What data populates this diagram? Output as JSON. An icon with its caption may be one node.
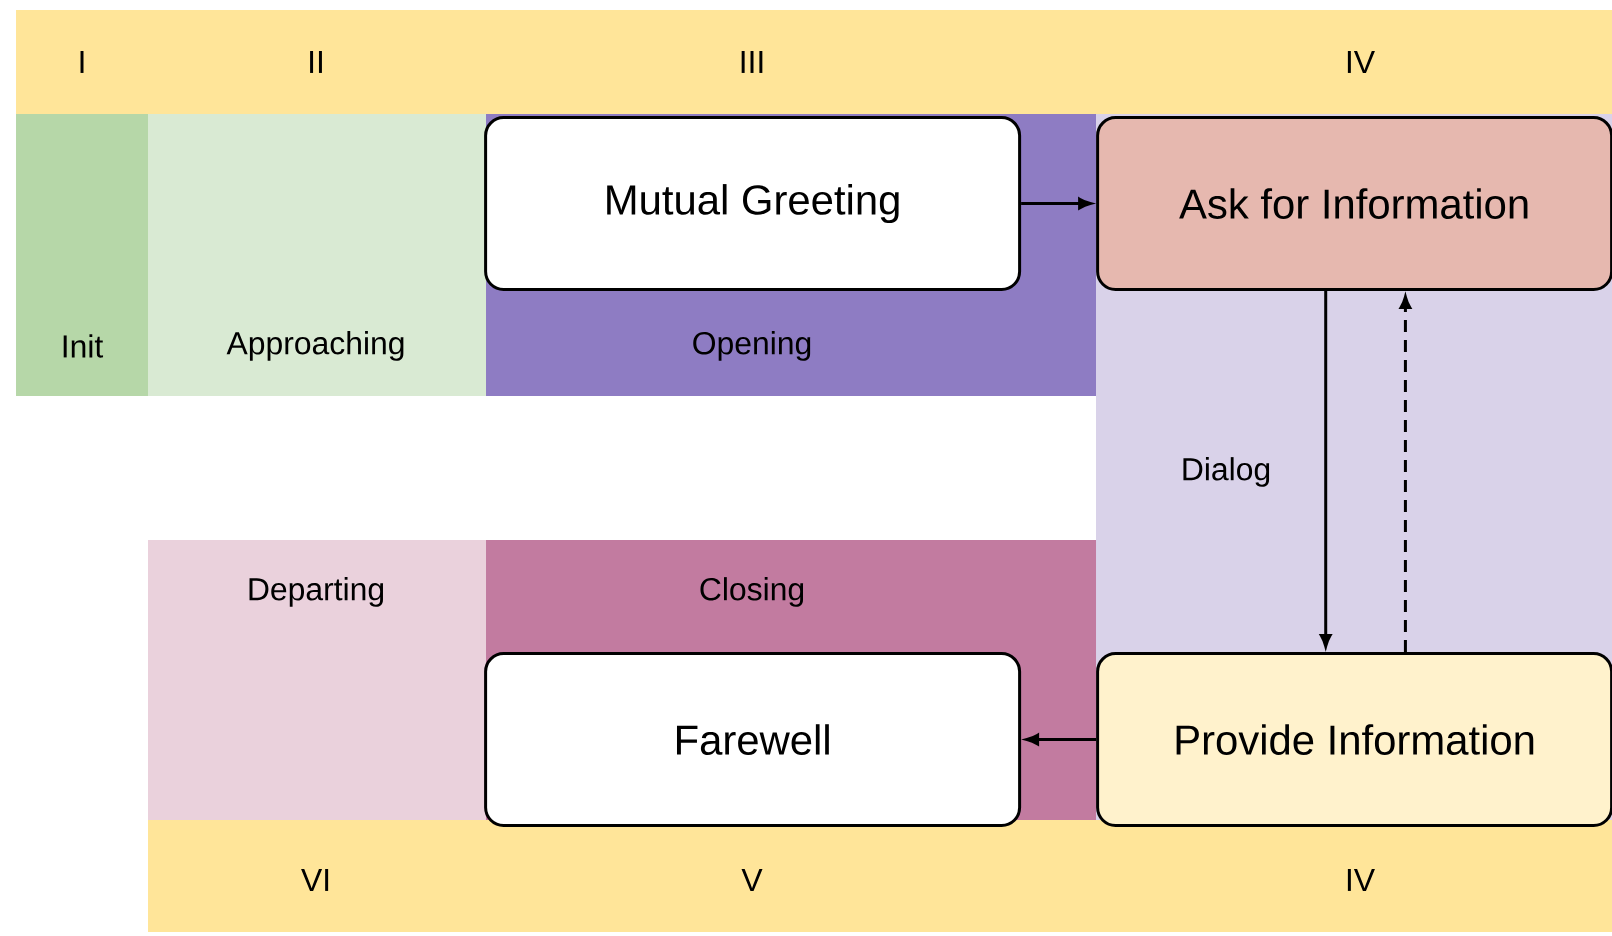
{
  "diagram": {
    "nodes": [
      {
        "text": [
          "Init"
        ]
      },
      {
        "text": [
          "Approaching"
        ]
      },
      {
        "text": [
          "Opening"
        ]
      },
      {
        "text": [
          "Mutual Greeting"
        ],
        "in": 2
      },
      {
        "text": [
          "Dialog"
        ]
      },
      {
        "text": [
          "Ask for Information"
        ],
        "in": 4
      },
      {
        "text": [
          "Provide Information"
        ],
        "in": 4
      },
      {
        "text": [
          "Departing"
        ]
      },
      {
        "text": [
          "Closing"
        ]
      },
      {
        "text": [
          "Farewell"
        ],
        "in": 8
      }
    ],
    "edges": [
      {
        "from": 3,
        "to": 5,
        "arrow": "to"
      },
      {
        "from": 5,
        "to": 6,
        "arrow": "to"
      },
      {
        "from": 6,
        "to": 5,
        "arrow": "to",
        "style": "dashed"
      },
      {
        "from": 6,
        "to": 9,
        "arrow": "to"
      }
    ],
    "labels": [
      "I",
      "II",
      "III",
      "IV",
      "VI",
      "V",
      "IV"
    ]
  }
}
